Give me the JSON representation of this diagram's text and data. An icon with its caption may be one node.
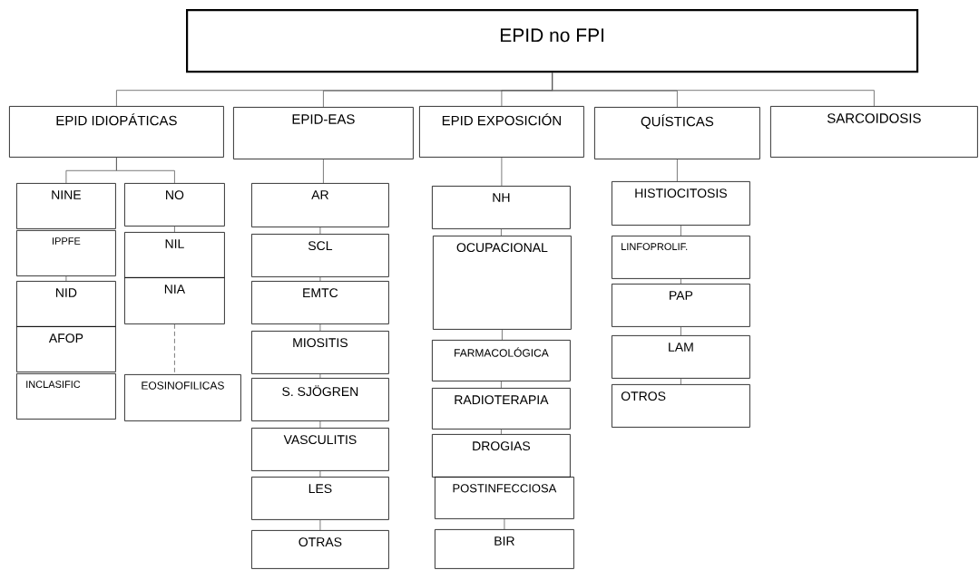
{
  "diagram": {
    "nodes": [
      {
        "text": [
          "EPID no FPI"
        ]
      },
      {
        "text": [
          "EPID IDIOPÁTICAS"
        ]
      },
      {
        "text": [
          "EPID-EAS"
        ]
      },
      {
        "text": [
          "EPID EXPOSICIÓN"
        ]
      },
      {
        "text": [
          "QUÍSTICAS"
        ]
      },
      {
        "text": [
          "SARCOIDOSIS"
        ]
      },
      {
        "text": [
          "NINE"
        ]
      },
      {
        "text": [
          "IPPFE"
        ]
      },
      {
        "text": [
          "NID"
        ]
      },
      {
        "text": [
          "AFOP"
        ]
      },
      {
        "text": [
          "INCLASIFIC"
        ]
      },
      {
        "text": [
          "NO"
        ]
      },
      {
        "text": [
          "NIL"
        ]
      },
      {
        "text": [
          "NIA"
        ]
      },
      {
        "text": [
          "EOSINOFILICAS"
        ]
      },
      {
        "text": [
          "AR"
        ]
      },
      {
        "text": [
          "SCL"
        ]
      },
      {
        "text": [
          "EMTC"
        ]
      },
      {
        "text": [
          "MIOSITIS"
        ]
      },
      {
        "text": [
          "S. SJÖGREN"
        ]
      },
      {
        "text": [
          "VASCULITIS"
        ]
      },
      {
        "text": [
          "LES"
        ]
      },
      {
        "text": [
          "OTRAS"
        ]
      },
      {
        "text": [
          "NH"
        ]
      },
      {
        "text": [
          "OCUPACIONAL"
        ]
      },
      {
        "text": [
          "FARMACOLÓGICA"
        ]
      },
      {
        "text": [
          "RADIOTERAPIA"
        ]
      },
      {
        "text": [
          "DROGIAS"
        ]
      },
      {
        "text": [
          "POSTINFECCIOSA"
        ]
      },
      {
        "text": [
          "BIR"
        ]
      },
      {
        "text": [
          "HISTIOCITOSIS"
        ]
      },
      {
        "text": [
          "LINFOPROLIF."
        ]
      },
      {
        "text": [
          "PAP"
        ]
      },
      {
        "text": [
          "LAM"
        ]
      },
      {
        "text": [
          "OTROS"
        ]
      }
    ],
    "edges": [
      {
        "from": 0,
        "to": 1,
        "arrow": "none"
      },
      {
        "from": 0,
        "to": 2,
        "arrow": "none"
      },
      {
        "from": 0,
        "to": 3,
        "arrow": "none"
      },
      {
        "from": 0,
        "to": 4,
        "arrow": "none"
      },
      {
        "from": 0,
        "to": 5,
        "arrow": "none"
      },
      {
        "from": 1,
        "to": 6,
        "arrow": "none"
      },
      {
        "from": 1,
        "to": 11,
        "arrow": "none"
      },
      {
        "from": 7,
        "to": 8,
        "arrow": "none"
      },
      {
        "from": 11,
        "to": 12,
        "arrow": "none"
      },
      {
        "from": 13,
        "to": 14,
        "arrow": "none",
        "style": "dashed"
      },
      {
        "from": 2,
        "to": 15,
        "arrow": "none"
      },
      {
        "from": 15,
        "to": 16,
        "arrow": "none"
      },
      {
        "from": 16,
        "to": 17,
        "arrow": "none"
      },
      {
        "from": 17,
        "to": 18,
        "arrow": "none"
      },
      {
        "from": 18,
        "to": 19,
        "arrow": "none"
      },
      {
        "from": 19,
        "to": 20,
        "arrow": "none"
      },
      {
        "from": 20,
        "to": 21,
        "arrow": "none"
      },
      {
        "from": 21,
        "to": 22,
        "arrow": "none"
      },
      {
        "from": 3,
        "to": 23,
        "arrow": "none"
      },
      {
        "from": 23,
        "to": 24,
        "arrow": "none"
      },
      {
        "from": 24,
        "to": 25,
        "arrow": "none"
      },
      {
        "from": 25,
        "to": 26,
        "arrow": "none"
      },
      {
        "from": 26,
        "to": 27,
        "arrow": "none"
      },
      {
        "from": 28,
        "to": 29,
        "arrow": "none"
      },
      {
        "from": 4,
        "to": 30,
        "arrow": "none"
      },
      {
        "from": 30,
        "to": 31,
        "arrow": "none"
      },
      {
        "from": 31,
        "to": 32,
        "arrow": "none"
      },
      {
        "from": 32,
        "to": 33,
        "arrow": "none"
      },
      {
        "from": 33,
        "to": 34,
        "arrow": "none"
      }
    ]
  }
}
